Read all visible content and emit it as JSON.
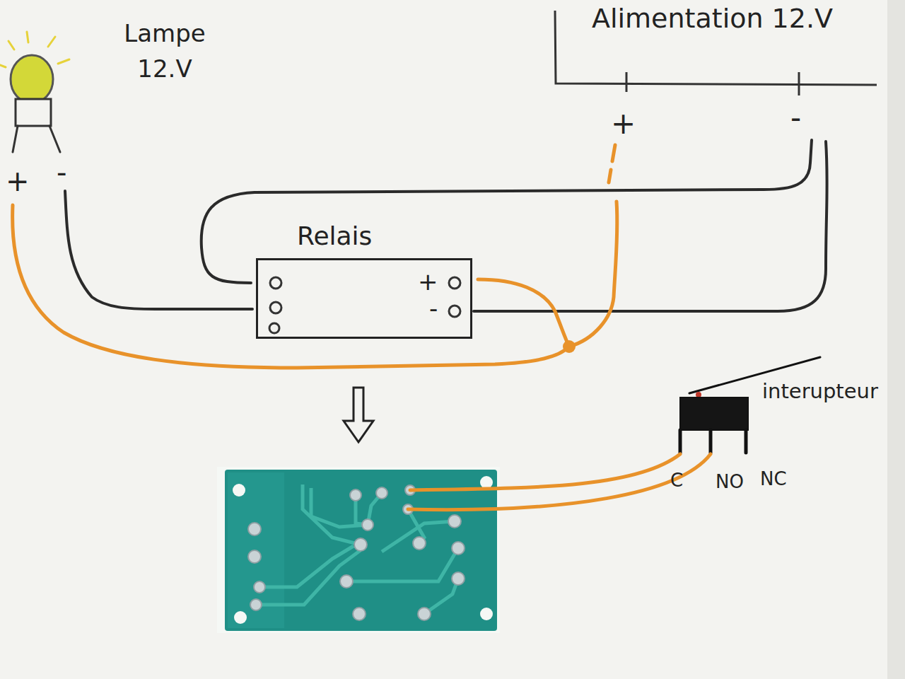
{
  "diagram": {
    "nodes": [
      {
        "text": [
          "Relais",
          "+",
          "-"
        ]
      }
    ],
    "labels": [
      "Lampe 12.V",
      "+",
      "-",
      "Alimentation 12.V",
      "+",
      "-",
      "interupteur",
      "C",
      "NO",
      "NC"
    ]
  }
}
